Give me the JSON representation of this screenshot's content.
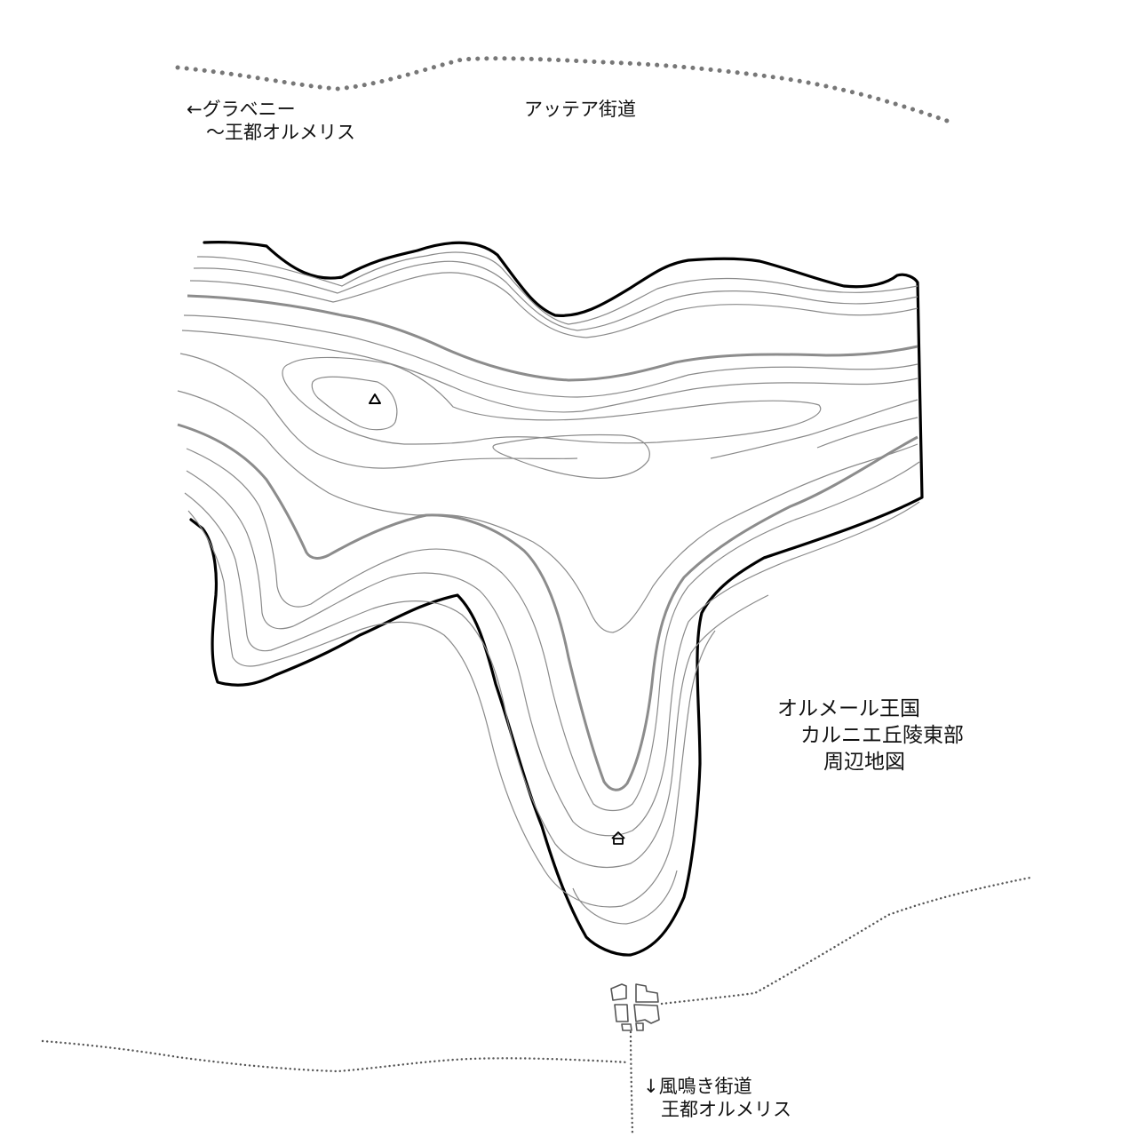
{
  "map": {
    "labels": {
      "north_west_direction": "←グラベニー",
      "north_west_destination": "〜王都オルメリス",
      "north_road_name": "アッテア街道",
      "title_line1": "オルメール王国",
      "title_line2": "カルニエ丘陵東部",
      "title_line3": "周辺地図",
      "south_road_direction": "↓風鳴き街道",
      "south_road_destination": "王都オルメリス"
    },
    "markers": {
      "summit": "summit-triangle-icon",
      "house": "house-icon",
      "village": "village-buildings-icon"
    },
    "colors": {
      "background": "#ffffff",
      "outline": "#000000",
      "contour_thin": "#8a8a8a",
      "contour_index": "#8c8c8c",
      "road_major": "#777777",
      "road_minor": "#555555"
    }
  }
}
